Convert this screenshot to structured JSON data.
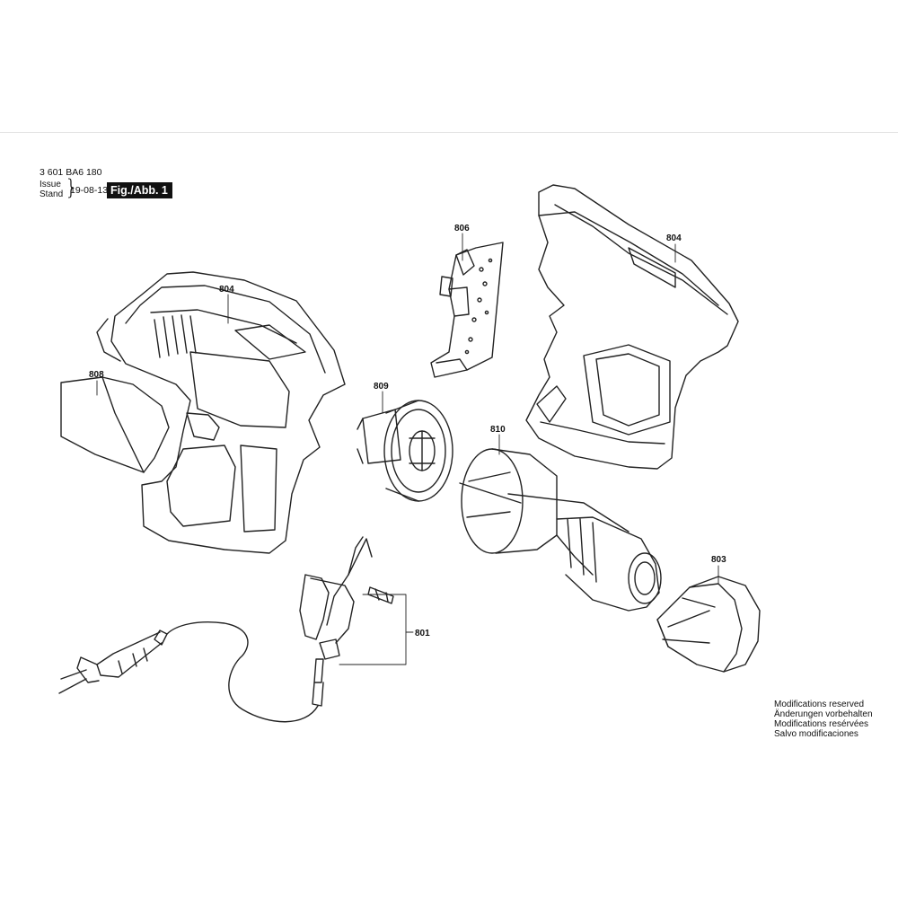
{
  "header": {
    "model_number": "3 601 BA6 180",
    "issue_label": "Issue",
    "stand_label": "Stand",
    "date": "19-08-13",
    "figure_label": "Fig./Abb. 1"
  },
  "parts": {
    "housing_left": "804",
    "housing_right": "804",
    "circuit_board": "806",
    "nozzle": "808",
    "fan_motor": "809",
    "heating_element": "810",
    "cap": "803",
    "power_cord": "801"
  },
  "disclaimer": [
    "Modifications reserved",
    "Änderungen vorbehalten",
    "Modifications resérvées",
    "Salvo modificaciones"
  ]
}
